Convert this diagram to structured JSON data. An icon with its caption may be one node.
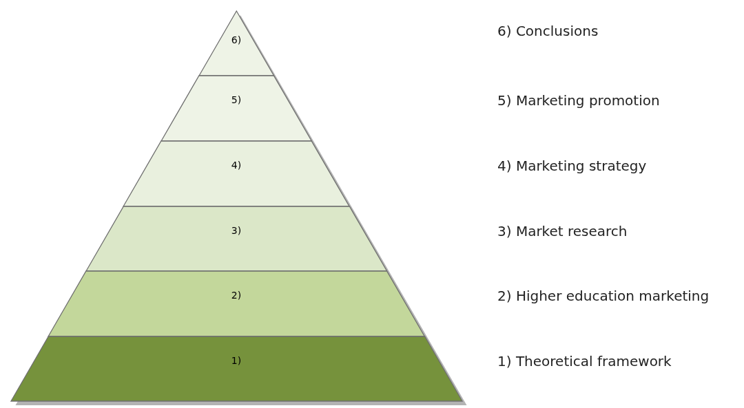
{
  "diagram": {
    "nodes": [
      {
        "text": [
          "6)"
        ]
      },
      {
        "text": [
          "5)"
        ]
      },
      {
        "text": [
          "4)"
        ]
      },
      {
        "text": [
          "3)"
        ]
      },
      {
        "text": [
          "2)"
        ]
      },
      {
        "text": [
          "1)"
        ]
      }
    ],
    "edges": [],
    "labels": [
      "6) Conclusions",
      "5) Marketing promotion",
      "4) Marketing strategy",
      "3) Market research",
      "2) Higher education marketing",
      "1) Theoretical framework"
    ]
  }
}
